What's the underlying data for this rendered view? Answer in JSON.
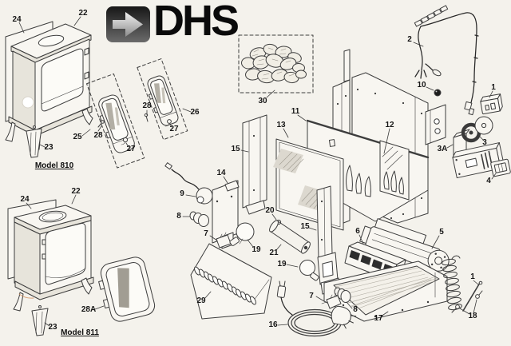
{
  "brand": {
    "name": "DHS",
    "icon": "arrow-right-icon"
  },
  "captions": {
    "model_top": "Model 810",
    "model_bottom": "Model 811"
  },
  "part_labels": {
    "m810_back_panel": "24",
    "m810_top_plate": "22",
    "m810_leg": "23",
    "left_door_assembly": "25",
    "left_door_screw": "28",
    "left_door_latch": "27",
    "right_door_screw": "28",
    "right_door_latch": "27",
    "right_door_assembly": "26",
    "coal_set": "30",
    "wiring_harness": "2",
    "cable_grommet": "10",
    "thermal_switch": "1",
    "motor_bracket": "3A",
    "fan_wheel": "3",
    "switch_plate": "4",
    "side_bracket_left": "15",
    "glass_panel": "13",
    "trim_rod": "11",
    "flame_effect_panel": "12",
    "side_bracket_right": "15",
    "fixing_plate": "14",
    "spinner_motor": "9",
    "spinner_knob_front": "8",
    "lamp_holder_front": "7",
    "lamp_bulb_front": "19",
    "fixing_screw": "20",
    "spinner_roller": "21",
    "outlet_grille": "6",
    "heater_assembly": "5",
    "lamp_bulb_rear": "19",
    "lamp_holder_rear": "7",
    "spinner_knob_rear": "8",
    "fuel_bed": "29",
    "power_cord": "16",
    "base_tray": "17",
    "fixing_screws": "18",
    "tension_spring": "1",
    "m811_back_panel": "24",
    "m811_top_plate": "22",
    "m811_leg": "23",
    "m811_door": "28A"
  }
}
